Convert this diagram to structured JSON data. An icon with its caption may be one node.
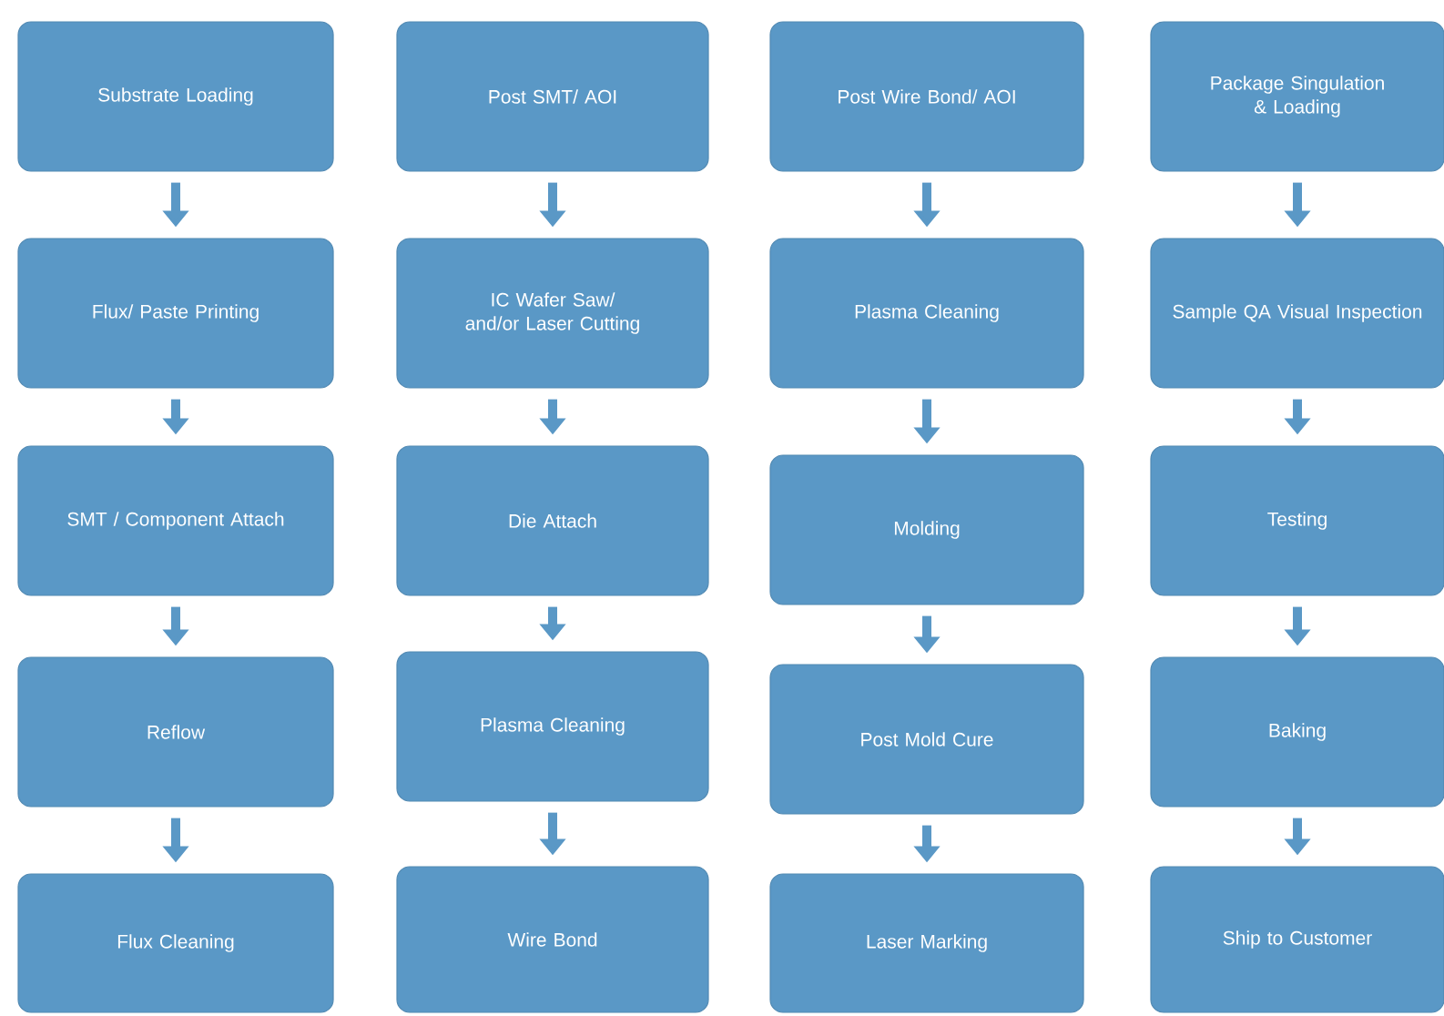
{
  "diagram": {
    "nodes": [
      {
        "text": [
          "Substrate Loading"
        ]
      },
      {
        "text": [
          "Flux/ Paste Printing"
        ]
      },
      {
        "text": [
          "SMT / Component Attach"
        ]
      },
      {
        "text": [
          "Reflow"
        ]
      },
      {
        "text": [
          "Flux Cleaning"
        ]
      },
      {
        "text": [
          "Post SMT/ AOI"
        ]
      },
      {
        "text": [
          "IC Wafer Saw/ and/or Laser Cutting"
        ]
      },
      {
        "text": [
          "Die Attach"
        ]
      },
      {
        "text": [
          "Plasma Cleaning"
        ]
      },
      {
        "text": [
          "Wire Bond"
        ]
      },
      {
        "text": [
          "Post Wire Bond/ AOI"
        ]
      },
      {
        "text": [
          "Plasma Cleaning"
        ]
      },
      {
        "text": [
          "Molding"
        ]
      },
      {
        "text": [
          "Post Mold Cure"
        ]
      },
      {
        "text": [
          "Laser Marking"
        ]
      },
      {
        "text": [
          "Package Singulation & Loading"
        ]
      },
      {
        "text": [
          "Sample QA Visual Inspection"
        ]
      },
      {
        "text": [
          "Testing"
        ]
      },
      {
        "text": [
          "Baking"
        ]
      },
      {
        "text": [
          "Ship to Customer"
        ]
      }
    ],
    "edges": [
      {
        "from": 0,
        "to": 1,
        "arrow": "to"
      },
      {
        "from": 1,
        "to": 2,
        "arrow": "to"
      },
      {
        "from": 2,
        "to": 3,
        "arrow": "to"
      },
      {
        "from": 3,
        "to": 4,
        "arrow": "to"
      },
      {
        "from": 5,
        "to": 6,
        "arrow": "to"
      },
      {
        "from": 6,
        "to": 7,
        "arrow": "to"
      },
      {
        "from": 7,
        "to": 8,
        "arrow": "to"
      },
      {
        "from": 8,
        "to": 9,
        "arrow": "to"
      },
      {
        "from": 10,
        "to": 11,
        "arrow": "to"
      },
      {
        "from": 11,
        "to": 12,
        "arrow": "to"
      },
      {
        "from": 12,
        "to": 13,
        "arrow": "to"
      },
      {
        "from": 13,
        "to": 14,
        "arrow": "to"
      },
      {
        "from": 15,
        "to": 16,
        "arrow": "to"
      },
      {
        "from": 16,
        "to": 17,
        "arrow": "to"
      },
      {
        "from": 17,
        "to": 18,
        "arrow": "to"
      },
      {
        "from": 18,
        "to": 19,
        "arrow": "to"
      }
    ]
  }
}
